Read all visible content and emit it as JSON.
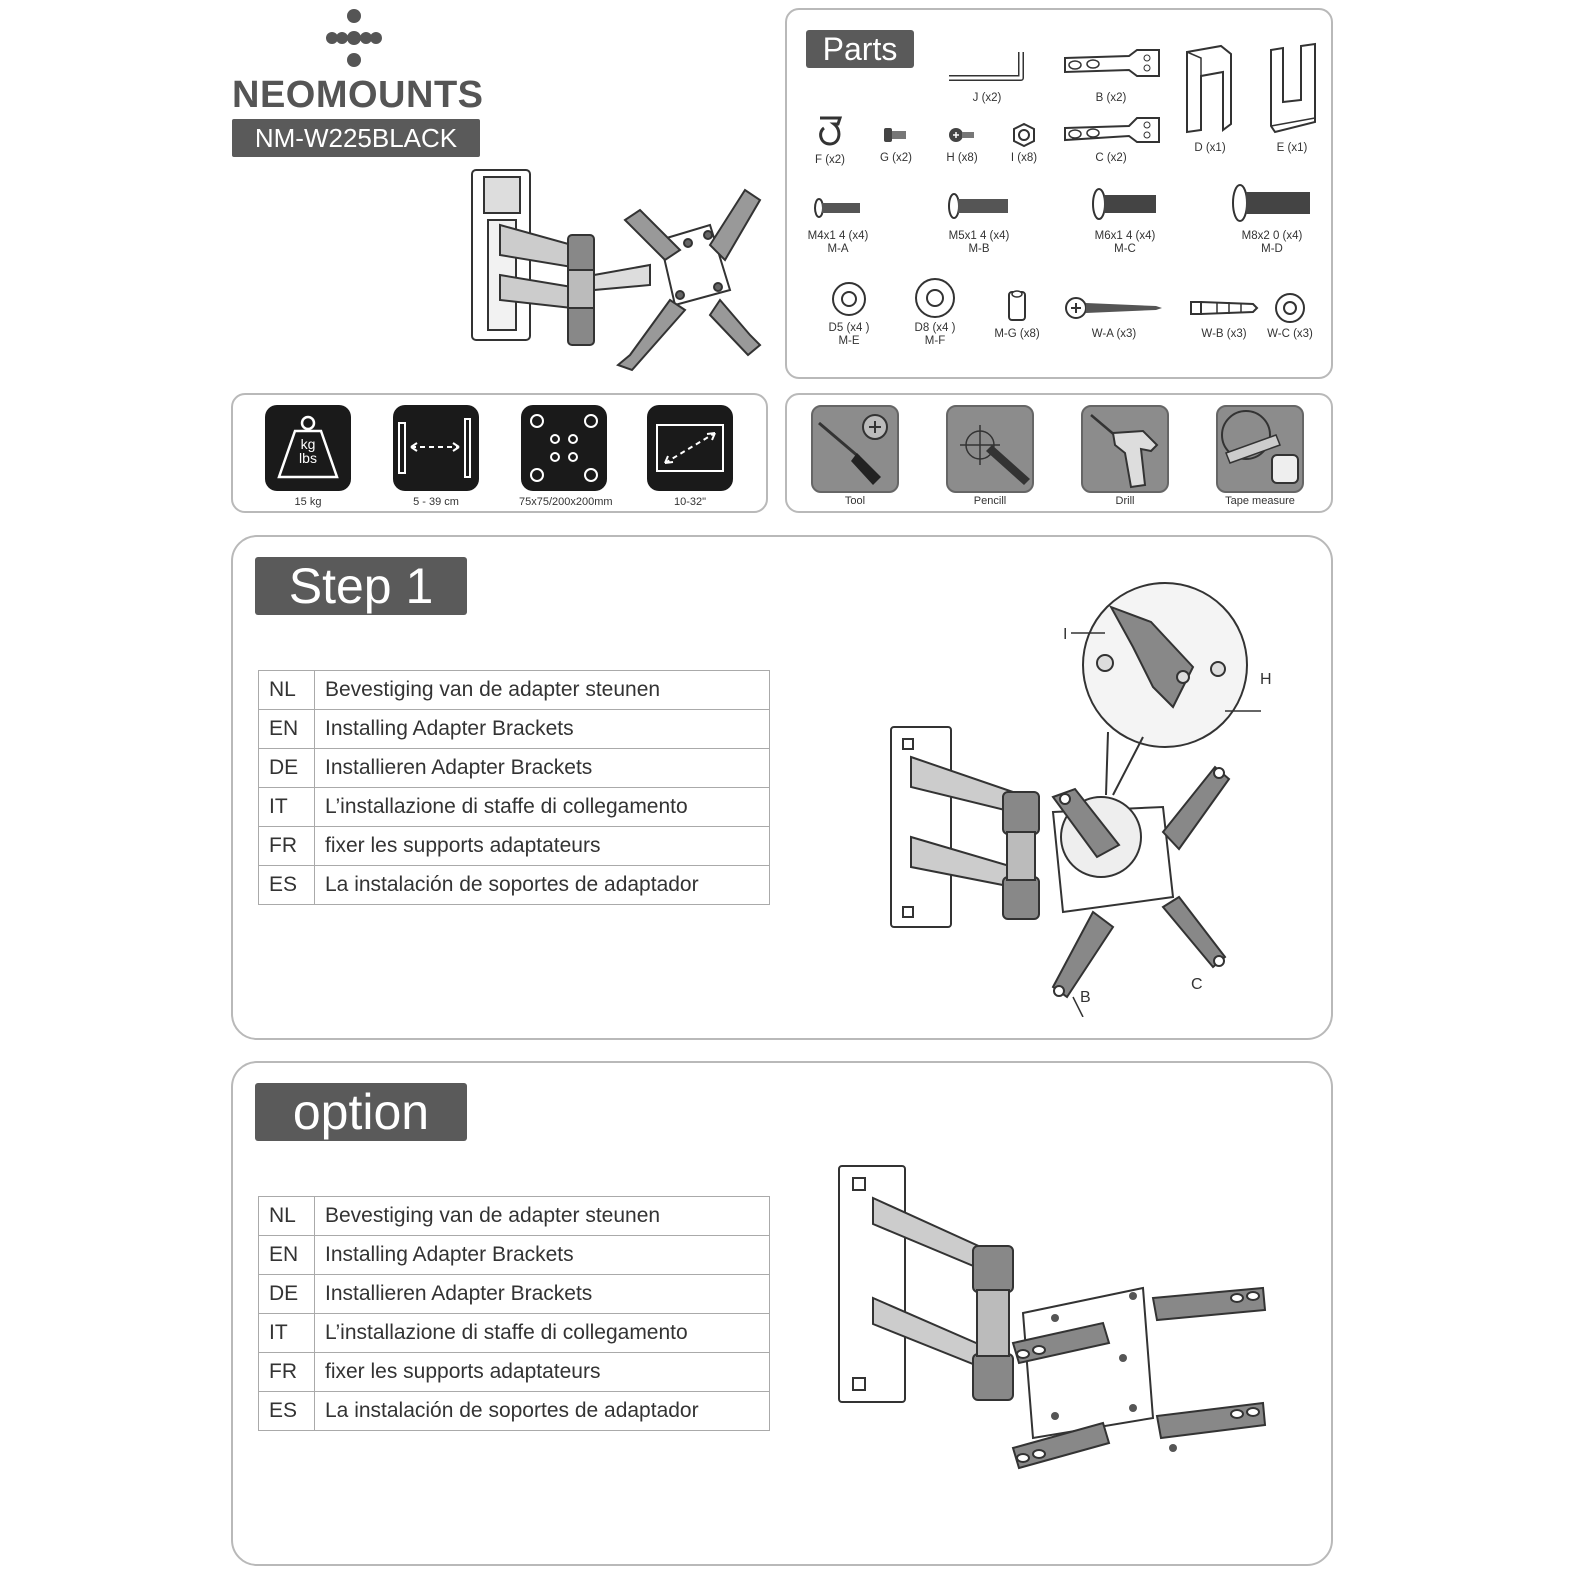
{
  "brand": {
    "name": "NEOMOUNTS",
    "model": "NM-W225BLACK"
  },
  "parts": {
    "title": "Parts",
    "items": [
      {
        "id": "J",
        "label": "J (x2)"
      },
      {
        "id": "B",
        "label": "B (x2)"
      },
      {
        "id": "D",
        "label": "D (x1)"
      },
      {
        "id": "E",
        "label": "E (x1)"
      },
      {
        "id": "F",
        "label": "F (x2)"
      },
      {
        "id": "G",
        "label": "G (x2)"
      },
      {
        "id": "H",
        "label": "H (x8)"
      },
      {
        "id": "I",
        "label": "I (x8)"
      },
      {
        "id": "C",
        "label": "C (x2)"
      },
      {
        "id": "MA",
        "label": "M4x1 4 (x4)",
        "code": "M-A"
      },
      {
        "id": "MB",
        "label": "M5x1 4 (x4)",
        "code": "M-B"
      },
      {
        "id": "MC",
        "label": "M6x1 4 (x4)",
        "code": "M-C"
      },
      {
        "id": "MD",
        "label": "M8x2 0 (x4)",
        "code": "M-D"
      },
      {
        "id": "ME",
        "label": "D5 (x4 )",
        "code": "M-E"
      },
      {
        "id": "MF",
        "label": "D8 (x4 )",
        "code": "M-F"
      },
      {
        "id": "MG",
        "label": "M-G (x8)"
      },
      {
        "id": "WA",
        "label": "W-A (x3)"
      },
      {
        "id": "WB",
        "label": "W-B (x3)"
      },
      {
        "id": "WC",
        "label": "W-C (x3)"
      }
    ]
  },
  "specs": [
    {
      "icon": "weight-icon",
      "icon_top": "kg",
      "icon_bottom": "lbs",
      "label": "15 kg"
    },
    {
      "icon": "wall-distance-icon",
      "label": "5 - 39 cm"
    },
    {
      "icon": "vesa-pattern-icon",
      "label": "75x75/200x200mm"
    },
    {
      "icon": "screen-size-icon",
      "label": "10-32\""
    }
  ],
  "tools": [
    {
      "icon": "screwdriver-icon",
      "label": "Tool"
    },
    {
      "icon": "pencil-icon",
      "label": "Pencill"
    },
    {
      "icon": "drill-icon",
      "label": "Drill"
    },
    {
      "icon": "tape-measure-icon",
      "label": "Tape measure"
    }
  ],
  "step1": {
    "title": "Step 1",
    "rows": [
      {
        "lang": "NL",
        "text": "Bevestiging van de adapter steunen"
      },
      {
        "lang": "EN",
        "text": "Installing Adapter Brackets"
      },
      {
        "lang": "DE",
        "text": "Installieren Adapter Brackets"
      },
      {
        "lang": "IT",
        "text": "L’installazione di staffe di collegamento"
      },
      {
        "lang": "FR",
        "text": "fixer les supports adaptateurs"
      },
      {
        "lang": "ES",
        "text": "La instalación de soportes de adaptador"
      }
    ],
    "callouts": {
      "i": "I",
      "h": "H",
      "b": "B",
      "c": "C"
    }
  },
  "option": {
    "title": "option",
    "rows": [
      {
        "lang": "NL",
        "text": "Bevestiging van de adapter steunen"
      },
      {
        "lang": "EN",
        "text": "Installing Adapter Brackets"
      },
      {
        "lang": "DE",
        "text": "Installieren Adapter Brackets"
      },
      {
        "lang": "IT",
        "text": "L’installazione di staffe di collegamento"
      },
      {
        "lang": "FR",
        "text": "fixer les supports adaptateurs"
      },
      {
        "lang": "ES",
        "text": "La instalación de soportes de adaptador"
      }
    ]
  },
  "colors": {
    "tag_bg": "#5a5a5a",
    "panel_border": "#b9b9b9",
    "icon_dark": "#1a1a1a",
    "tool_bg": "#8c8c8c"
  }
}
